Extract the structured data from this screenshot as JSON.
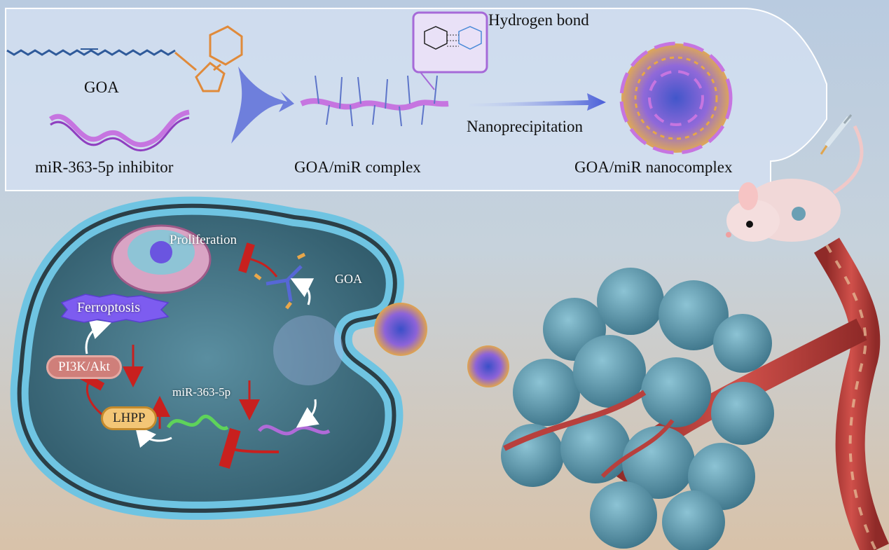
{
  "top_panel": {
    "goa_label": "GOA",
    "inhibitor_label": "miR-363-5p inhibitor",
    "complex_label": "GOA/miR complex",
    "hydrogen_bond_label": "Hydrogen bond",
    "nanoprecipitation_label": "Nanoprecipitation",
    "nanocomplex_label": "GOA/miR nanocomplex"
  },
  "cell": {
    "proliferation_label": "Proliferation",
    "goa_label": "GOA",
    "ferroptosis_label": "Ferroptosis",
    "pi3k_label": "PI3K/Akt",
    "lhpp_label": "LHPP",
    "mir_label": "miR-363-5p"
  },
  "colors": {
    "panel_bg": "#cfdcef",
    "membrane": "#5fb8d8",
    "cytoplasm": "#3e6f82",
    "vessel": "#b8403d",
    "tumor": "#5b93a8",
    "inhibit_arrow": "#c8201e",
    "ferroptosis": "#7d5cf0",
    "mirna_purple": "#b06ad8",
    "goa_orange": "#e99a3c"
  },
  "icons": {
    "cell": "cell-icon",
    "mouse": "mouse-icon",
    "syringe": "syringe-icon",
    "nanoparticle": "nanoparticle-icon",
    "tumor": "tumor-icon",
    "vessel": "blood-vessel-icon"
  }
}
